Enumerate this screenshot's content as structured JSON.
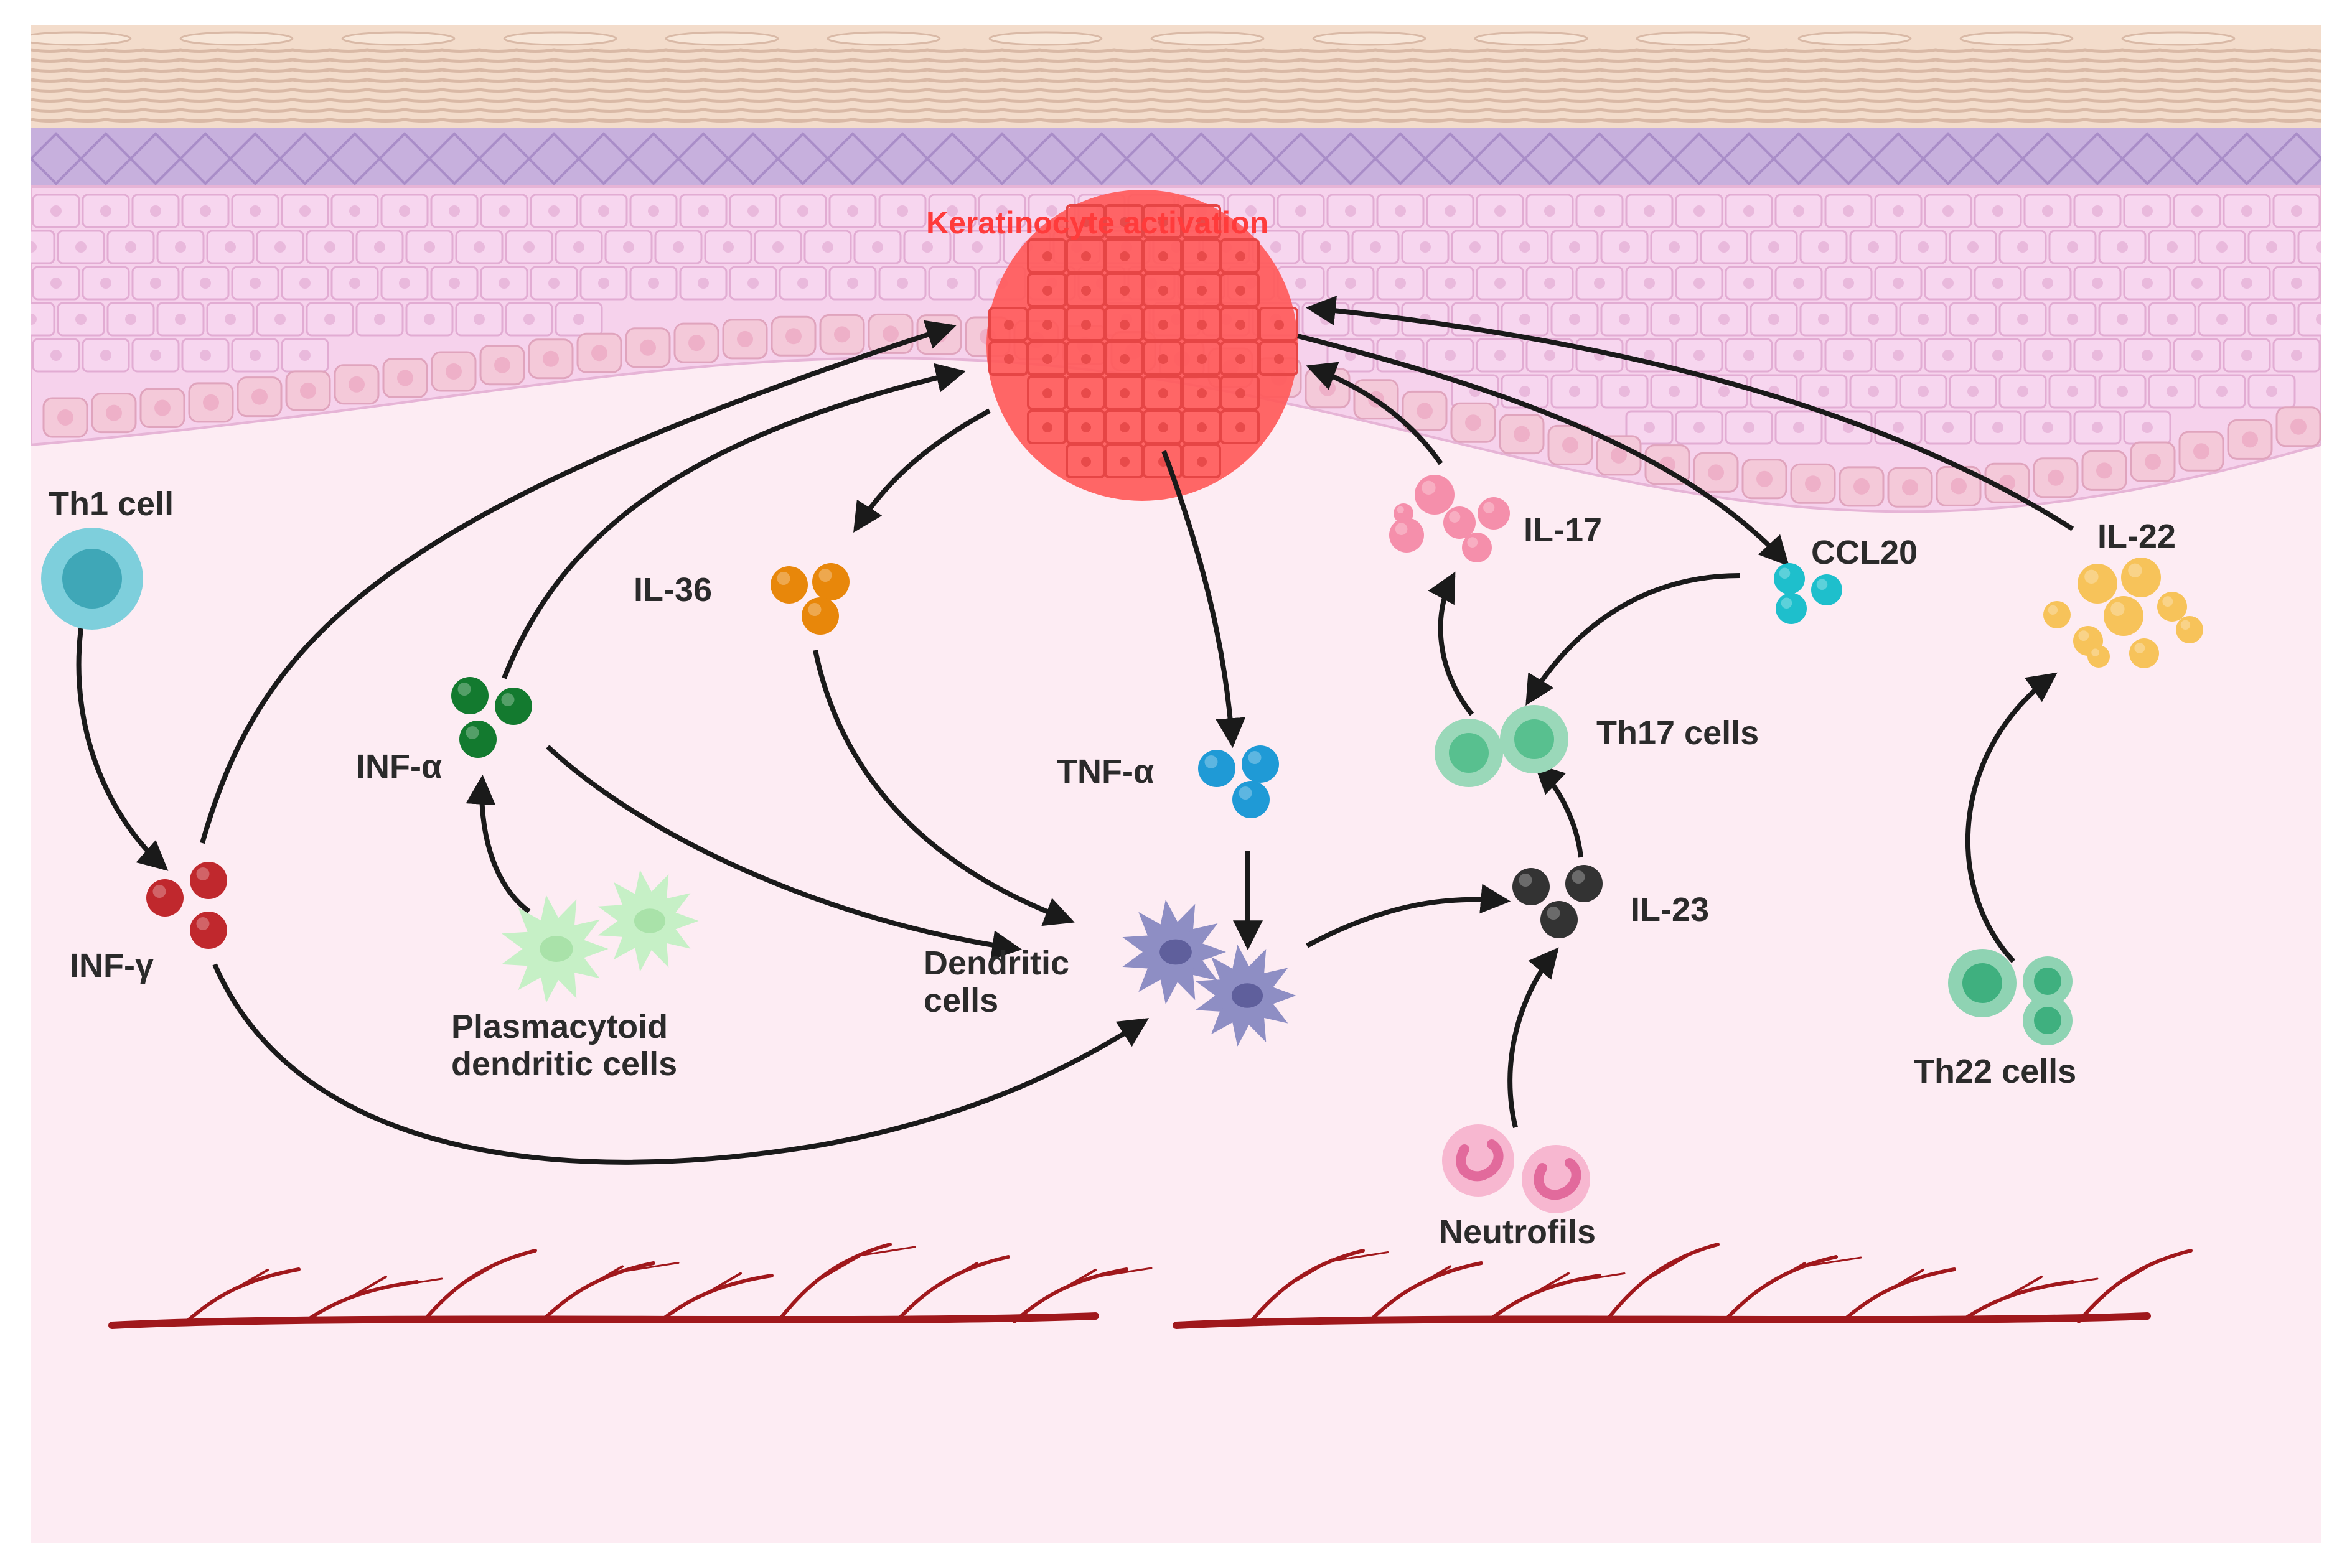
{
  "labels": {
    "keratinocyte": "Keratinocyte activation",
    "th1": "Th1 cell",
    "il36": "IL-36",
    "il17": "IL-17",
    "ccl20": "CCL20",
    "il22": "IL-22",
    "inf_alpha": "INF-α",
    "tnf_alpha": "TNF-α",
    "th17": "Th17 cells",
    "inf_gamma": "INF-γ",
    "dendritic": "Dendritic\ncells",
    "il23": "IL-23",
    "plasmacytoid": "Plasmacytoid\ndendritic cells",
    "th22": "Th22 cells",
    "neutrophils": "Neutrofils"
  },
  "colors": {
    "background": "#fdecf3",
    "stratum_corneum": "#f3dccb",
    "granular_layer": "#c7b0dd",
    "spinous_layer": "#f6d2ec",
    "basal_layer": "#f4c9d9",
    "keratinocyte_activation": "#ff5a5a",
    "title_text": "#ff3b3b",
    "th1": "#7ecfdc",
    "inf_gamma": "#c0282d",
    "inf_alpha": "#137a2f",
    "il36": "#e8870a",
    "tnf_alpha": "#1f9ad6",
    "il17": "#f58fab",
    "ccl20": "#1ebfcc",
    "il22": "#f7c35a",
    "th17": "#58c08f",
    "th22": "#3fb07f",
    "il23": "#333333",
    "dendritic": "#8e8ec4",
    "plasmacytoid": "#c6f0c6",
    "neutrophil": "#f48fb8",
    "vessel": "#a0181c",
    "arrow": "#1a1a1a"
  }
}
